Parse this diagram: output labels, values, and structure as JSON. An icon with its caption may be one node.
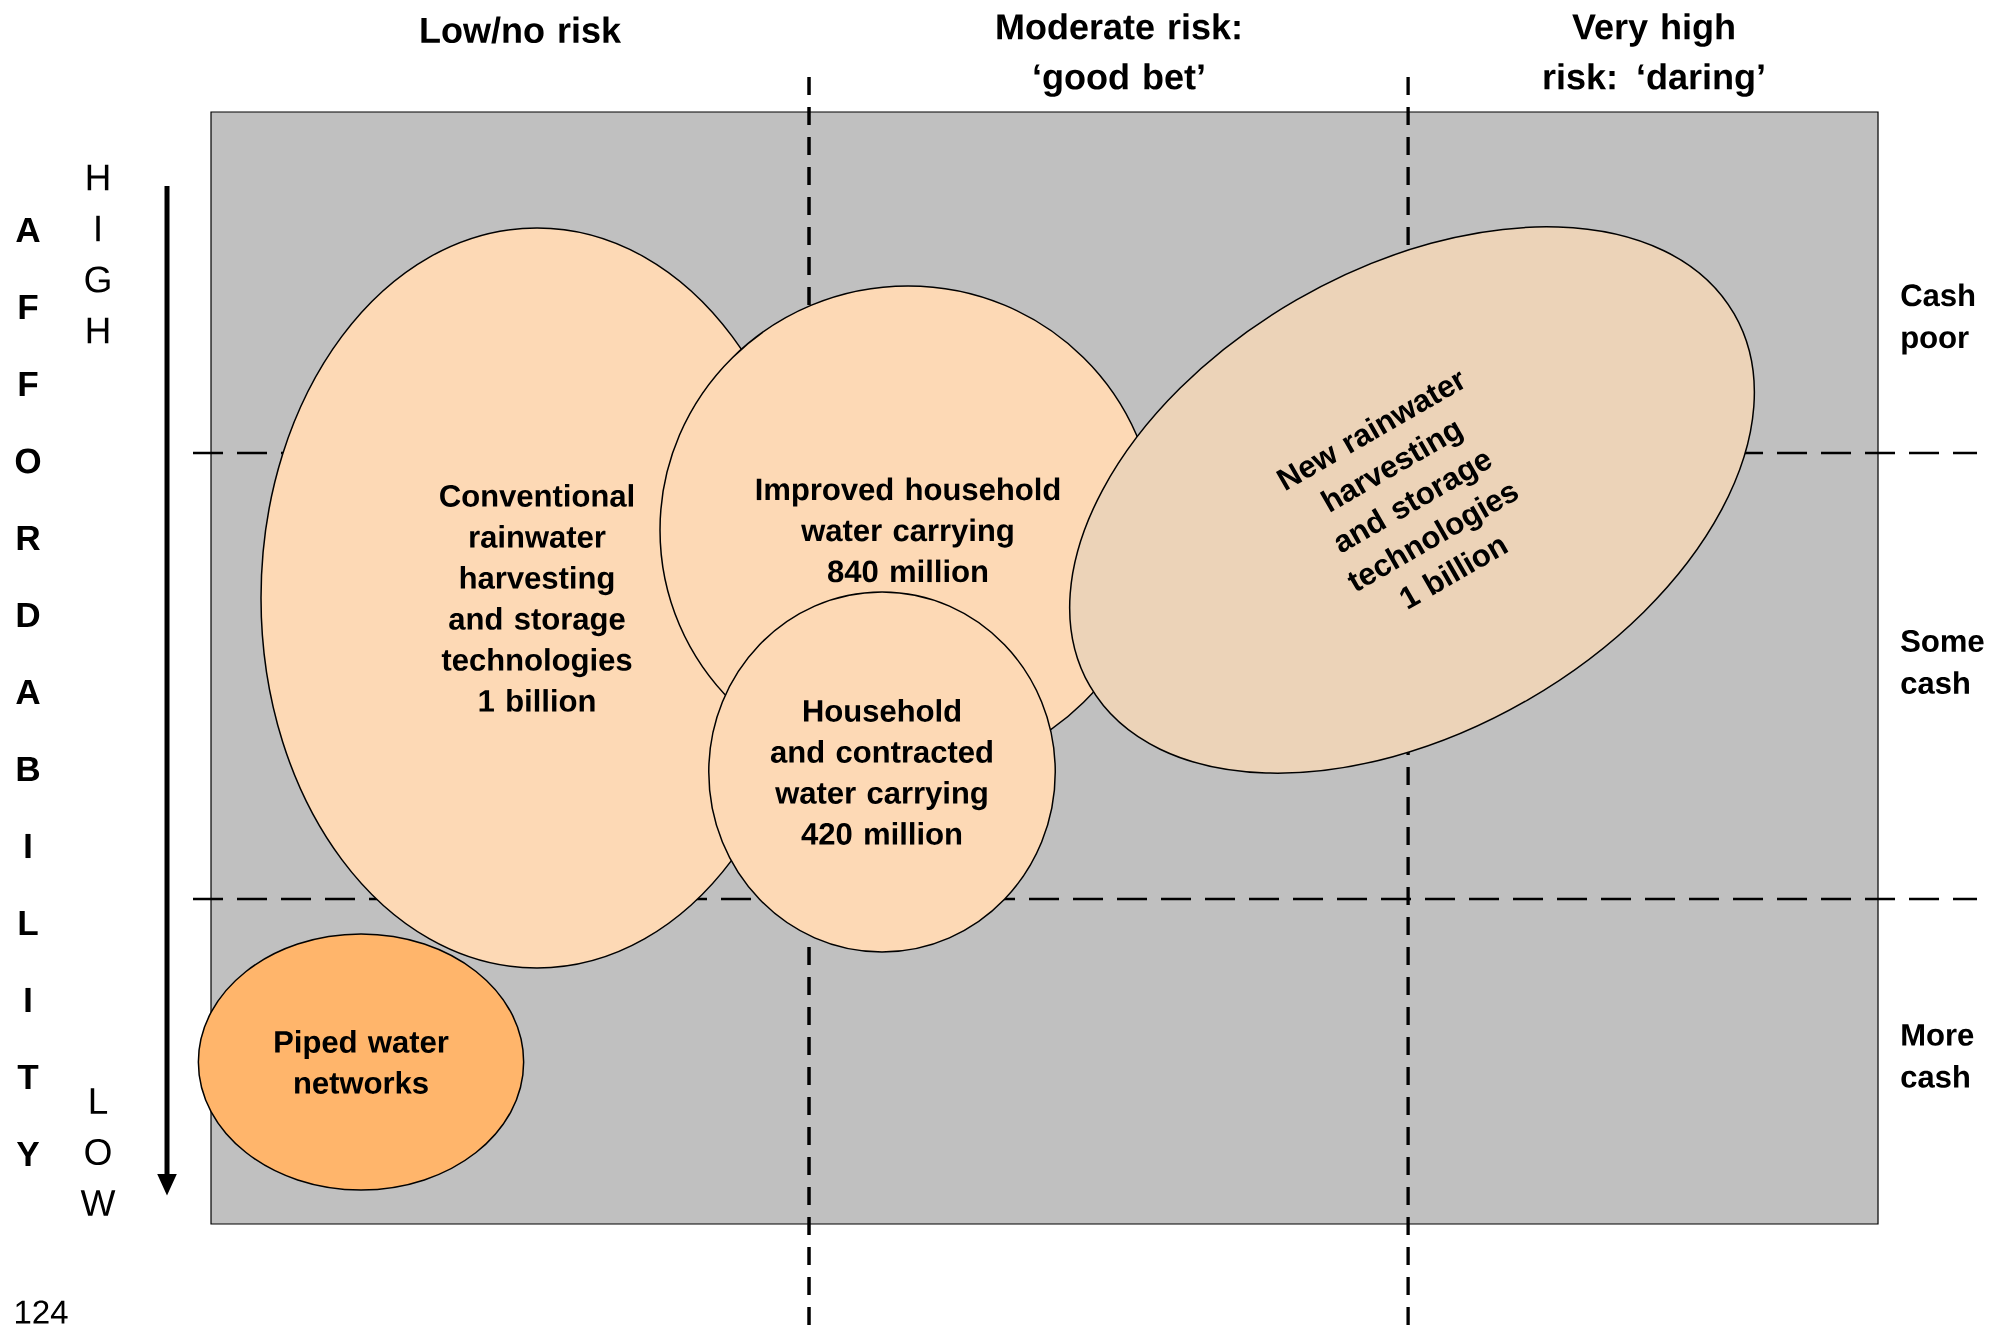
{
  "diagram": {
    "nodes": [
      {
        "text": [
          "Conventional rainwater harvesting and storage technologies",
          "1 billion"
        ]
      },
      {
        "text": [
          "Improved household water carrying",
          "840 million"
        ]
      },
      {
        "text": [
          "Household and contracted water carrying",
          "420 million"
        ]
      },
      {
        "text": [
          "New rainwater harvesting and storage technologies",
          "1 billion"
        ]
      },
      {
        "text": [
          "Piped water networks"
        ]
      }
    ],
    "labels": [
      "Low/no risk",
      "Moderate risk: ‘good bet’",
      "Very high risk: ‘daring’",
      "HIGH",
      "AFFORDABILITY",
      "Cash poor",
      "Some cash",
      "More cash",
      "LOW",
      "124"
    ]
  }
}
